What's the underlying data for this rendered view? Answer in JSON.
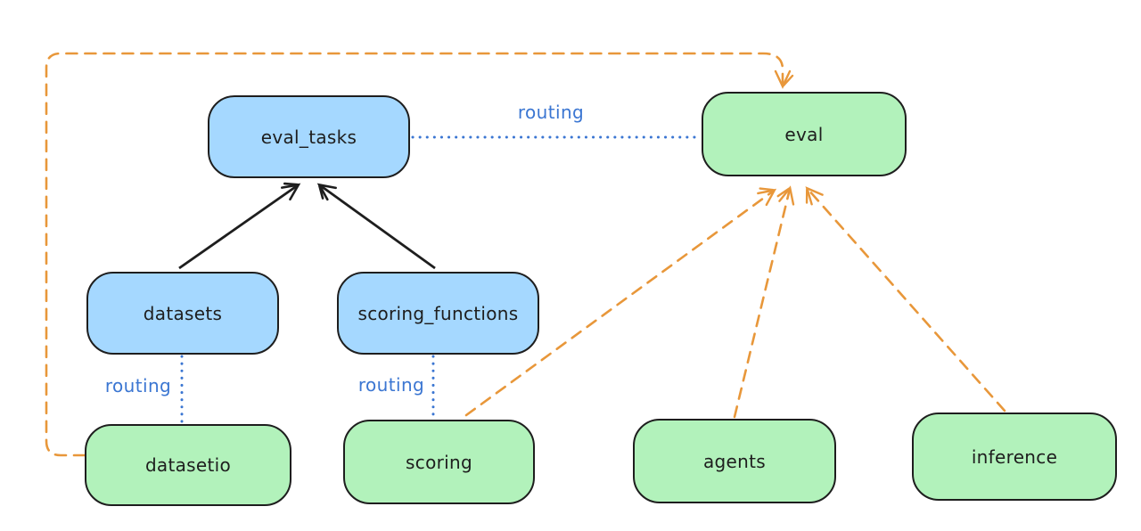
{
  "colors": {
    "background": "#ffffff",
    "blue_node_fill": "#a5d8ff",
    "green_node_fill": "#b2f2bb",
    "node_stroke": "#1e1e1e",
    "blue_accent": "#3b76d2",
    "orange_accent": "#e8973a"
  },
  "nodes": {
    "eval_tasks": {
      "label": "eval_tasks",
      "color": "blue"
    },
    "eval": {
      "label": "eval",
      "color": "green"
    },
    "datasets": {
      "label": "datasets",
      "color": "blue"
    },
    "scoring_functions": {
      "label": "scoring_functions",
      "color": "blue"
    },
    "datasetio": {
      "label": "datasetio",
      "color": "green"
    },
    "scoring": {
      "label": "scoring",
      "color": "green"
    },
    "agents": {
      "label": "agents",
      "color": "green"
    },
    "inference": {
      "label": "inference",
      "color": "green"
    }
  },
  "edges": [
    {
      "from": "datasets",
      "to": "eval_tasks",
      "style": "solid-arrow",
      "color": "black",
      "label": ""
    },
    {
      "from": "scoring_functions",
      "to": "eval_tasks",
      "style": "solid-arrow",
      "color": "black",
      "label": ""
    },
    {
      "from": "eval_tasks",
      "to": "eval",
      "style": "dotted",
      "color": "blue",
      "label": "routing"
    },
    {
      "from": "datasets",
      "to": "datasetio",
      "style": "dotted",
      "color": "blue",
      "label": "routing"
    },
    {
      "from": "scoring_functions",
      "to": "scoring",
      "style": "dotted",
      "color": "blue",
      "label": "routing"
    },
    {
      "from": "datasetio",
      "to": "eval",
      "style": "dashed-arrow",
      "color": "orange",
      "label": ""
    },
    {
      "from": "scoring",
      "to": "eval",
      "style": "dashed-arrow",
      "color": "orange",
      "label": ""
    },
    {
      "from": "agents",
      "to": "eval",
      "style": "dashed-arrow",
      "color": "orange",
      "label": ""
    },
    {
      "from": "inference",
      "to": "eval",
      "style": "dashed-arrow",
      "color": "orange",
      "label": ""
    }
  ]
}
